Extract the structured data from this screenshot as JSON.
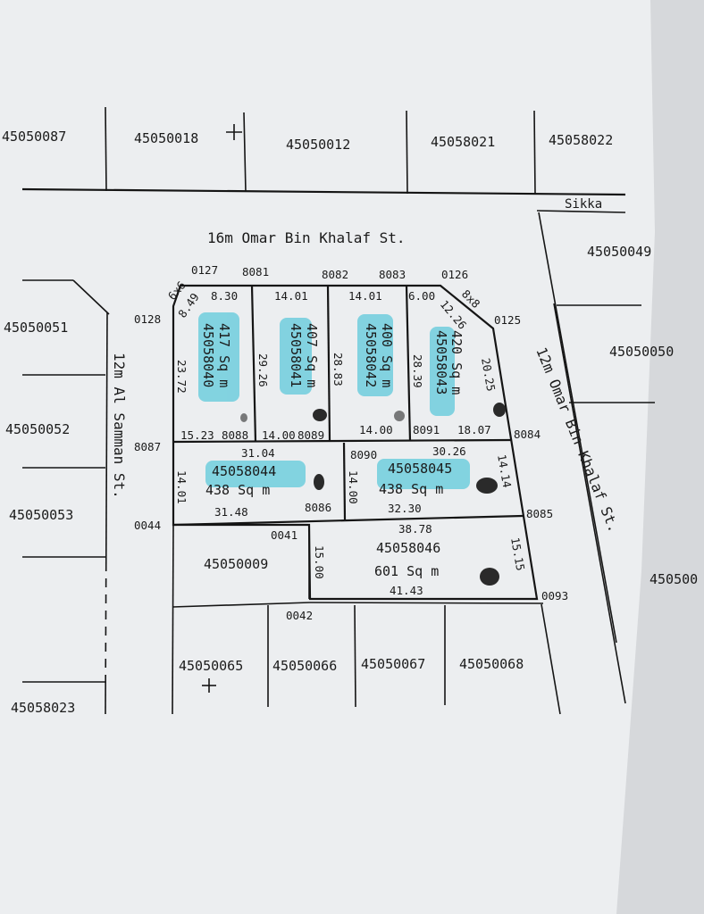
{
  "streets": {
    "north": "16m Omar Bin Khalaf St.",
    "west": "12m Al Samman St.",
    "east": "12m Omar Bin Khalaf St.",
    "sikka": "Sikka"
  },
  "neighbors": {
    "n1": "45050087",
    "n2": "45050018",
    "n3": "45050012",
    "n4": "45058021",
    "n5": "45058022",
    "e1": "45050049",
    "e2": "45050050",
    "e3": "450500",
    "w1": "45050051",
    "w2": "45050052",
    "w3": "45050053",
    "w4": "45058023",
    "s1": "45050009",
    "s2": "45050065",
    "s3": "45050066",
    "s4": "45050067",
    "s5": "45050068"
  },
  "plots": {
    "p40": {
      "id": "45058040",
      "area": "417 Sq m",
      "top": "8.30",
      "chamfer": "8.49",
      "left": "23.72",
      "bottom": "15.23"
    },
    "p41": {
      "id": "45058041",
      "area": "407 Sq m",
      "top": "14.01",
      "side": "29.26",
      "bottom": "14.00"
    },
    "p42": {
      "id": "45058042",
      "area": "400 Sq m",
      "top": "14.01",
      "side": "28.83",
      "bottom": "14.00"
    },
    "p43": {
      "id": "45058043",
      "area": "420 Sq m",
      "top": "6.00",
      "chamfer": "12.26",
      "side_w": "28.39",
      "side_e": "20.25",
      "bottom": "18.07"
    },
    "p44": {
      "id": "45058044",
      "area": "438 Sq m",
      "top": "31.04",
      "left": "14.01",
      "bottom": "31.48"
    },
    "p45": {
      "id": "45058045",
      "area": "438 Sq m",
      "top": "30.26",
      "left": "14.00",
      "right": "14.14",
      "bottom": "32.30"
    },
    "p46": {
      "id": "45058046",
      "area": "601 Sq m",
      "top": "38.78",
      "left": "15.00",
      "right": "15.15",
      "bottom": "41.43"
    }
  },
  "corners": {
    "c0127": "0127",
    "c8081": "8081",
    "c8082": "8082",
    "c8083": "8083",
    "c0126": "0126",
    "c0128": "0128",
    "c0125": "0125",
    "c8087": "8087",
    "c8088": "8088",
    "c8089": "8089",
    "c8091": "8091",
    "c8084": "8084",
    "c8090": "8090",
    "c8086": "8086",
    "c0044": "0044",
    "c8085": "8085",
    "c0041": "0041",
    "c0042": "0042",
    "c0093": "0093",
    "cut6": "6x6",
    "cut8": "8x8"
  },
  "colors": {
    "paper": "#ecedf0",
    "ink": "#151515",
    "highlight": "#5fc9db",
    "stamp": "#2a2a2a"
  }
}
